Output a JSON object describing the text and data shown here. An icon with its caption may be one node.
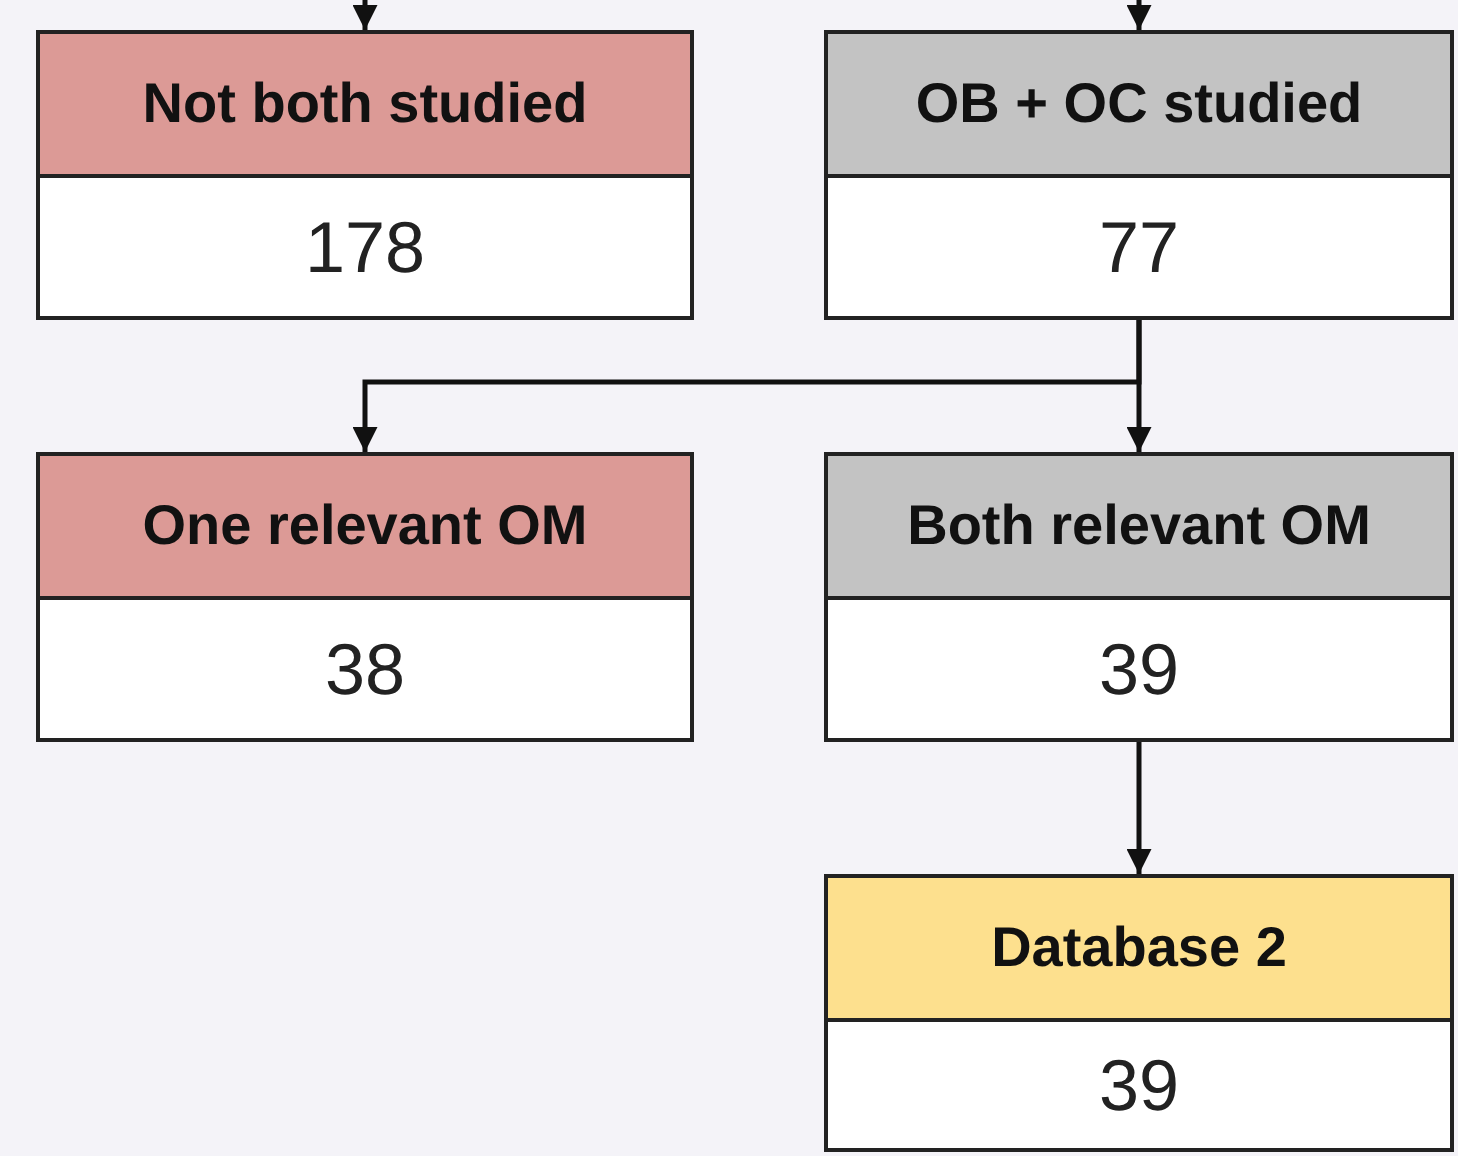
{
  "diagram": {
    "nodes": [
      {
        "text": [
          "Not both studied",
          "178"
        ]
      },
      {
        "text": [
          "OB + OC studied",
          "77"
        ]
      },
      {
        "text": [
          "One relevant OM",
          "38"
        ]
      },
      {
        "text": [
          "Both relevant OM",
          "39"
        ]
      },
      {
        "text": [
          "Database 2",
          "39"
        ]
      }
    ],
    "edges": [
      {
        "from": null,
        "to": 0,
        "arrow": "to"
      },
      {
        "from": null,
        "to": 1,
        "arrow": "to"
      },
      {
        "from": 1,
        "to": 2,
        "arrow": "to"
      },
      {
        "from": 1,
        "to": 3,
        "arrow": "to"
      },
      {
        "from": 3,
        "to": 4,
        "arrow": "to"
      }
    ]
  }
}
